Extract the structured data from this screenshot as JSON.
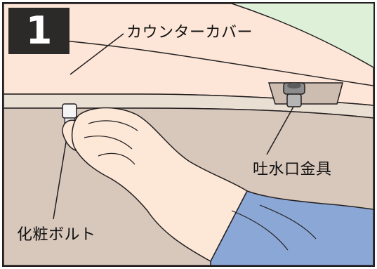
{
  "step": {
    "number": "1"
  },
  "labels": {
    "counter_cover": "カウンターカバー",
    "spout_fitting": "吐水口金具",
    "decorative_bolt": "化粧ボルト"
  },
  "colors": {
    "counter_cover": "#fde6d8",
    "counter_top": "#f6efe6",
    "wall": "#d8c7bb",
    "skin": "#fde8d8",
    "sleeve": "#8aa7d6",
    "background_green": "#dff0d8",
    "outline": "#231f20",
    "badge": "#2b2a29"
  }
}
